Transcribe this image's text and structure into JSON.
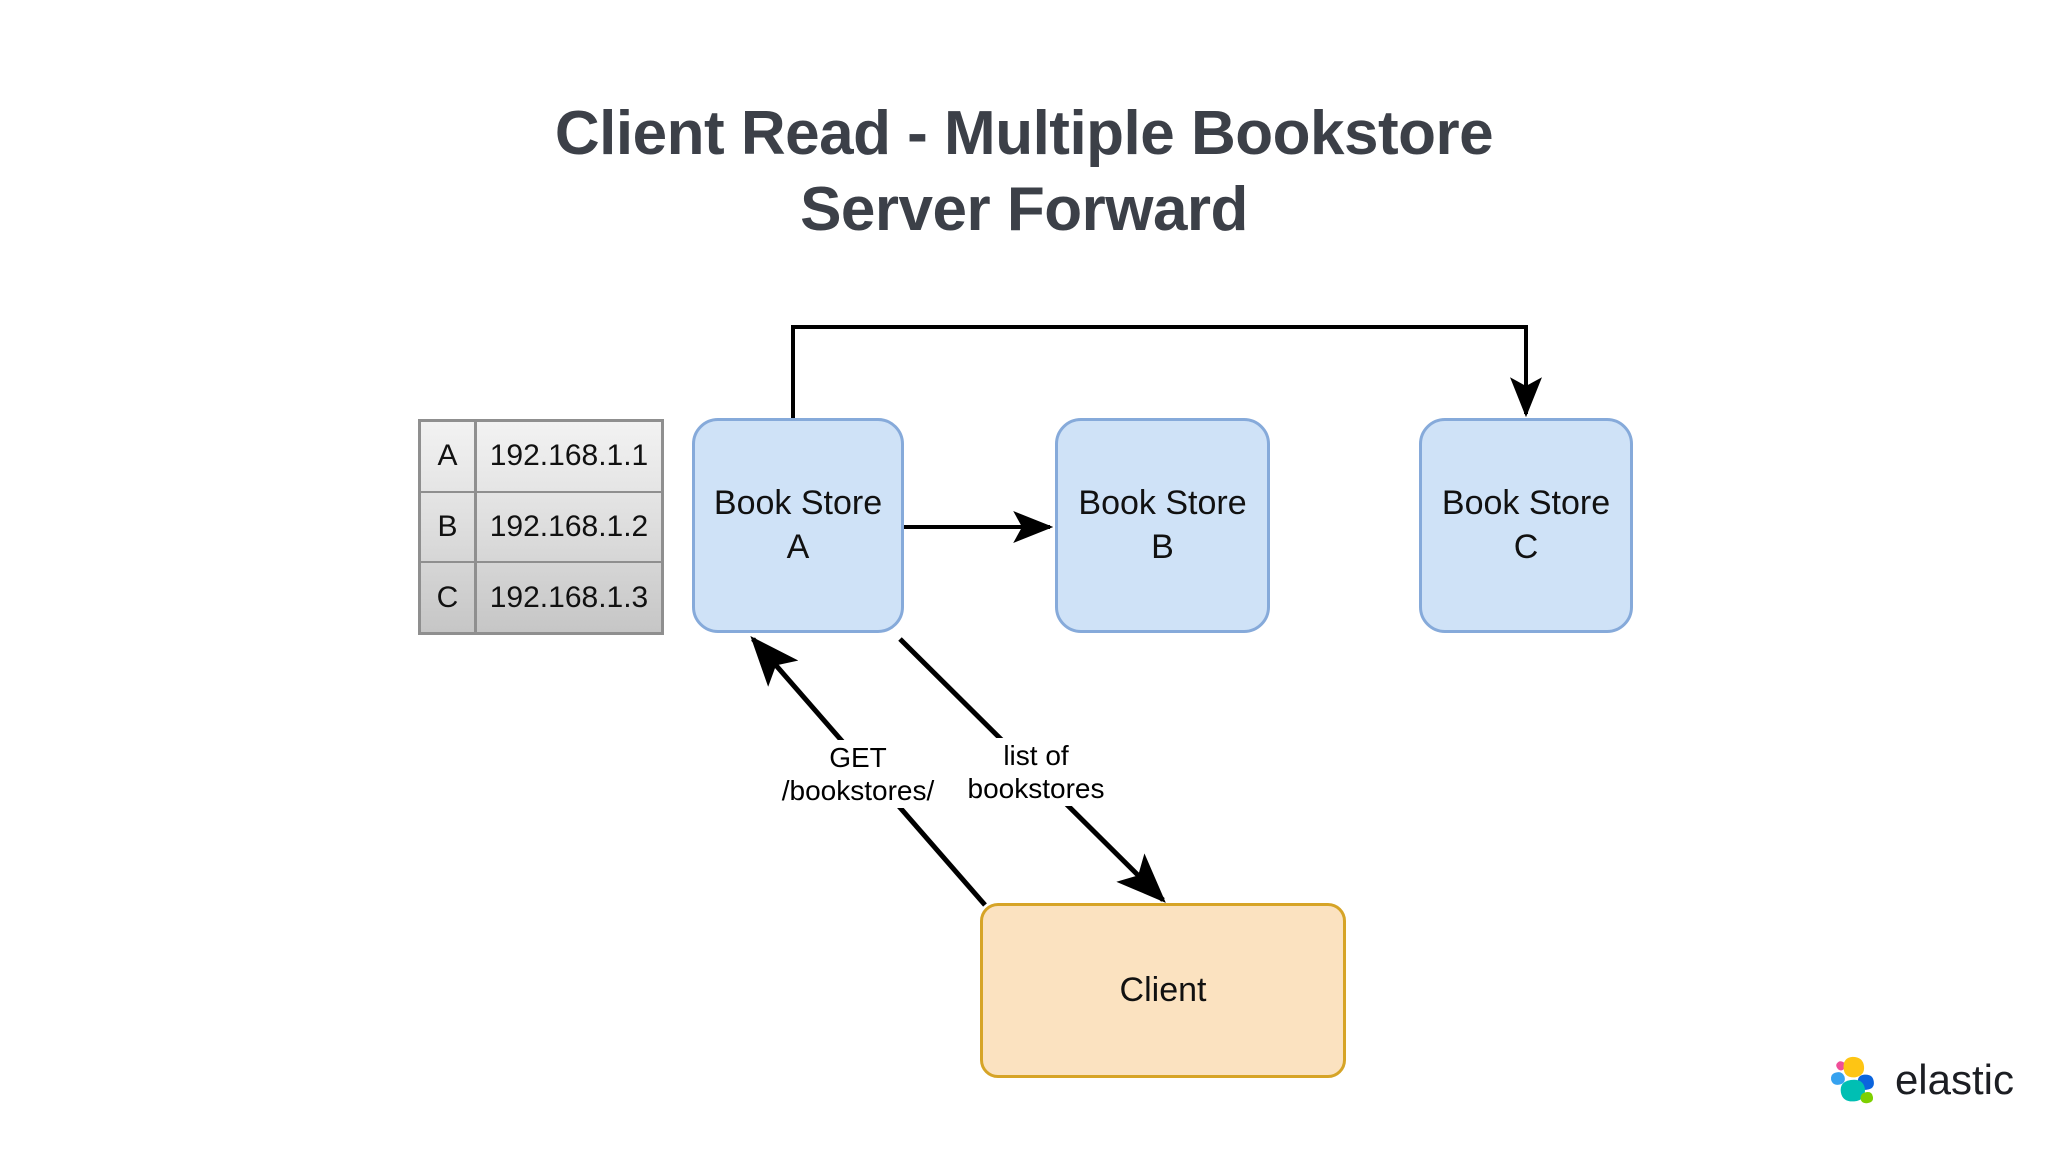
{
  "slide": {
    "title": "Client Read - Multiple Bookstore\nServer Forward",
    "background_color": "#ffffff"
  },
  "routing_table": {
    "name": "bookstore-address-table",
    "columns": [
      "key",
      "address"
    ],
    "rows": [
      {
        "key": "A",
        "address": "192.168.1.1"
      },
      {
        "key": "B",
        "address": "192.168.1.2"
      },
      {
        "key": "C",
        "address": "192.168.1.3"
      }
    ]
  },
  "nodes": {
    "store_a": {
      "label": "Book Store\nA",
      "fill": "#cfe2f7",
      "stroke": "#86aada"
    },
    "store_b": {
      "label": "Book Store\nB",
      "fill": "#cfe2f7",
      "stroke": "#86aada"
    },
    "store_c": {
      "label": "Book Store\nC",
      "fill": "#cfe2f7",
      "stroke": "#86aada"
    },
    "client": {
      "label": "Client",
      "fill": "#fbe2c0",
      "stroke": "#d6a427"
    }
  },
  "edges": {
    "a_to_b": {
      "label": ""
    },
    "a_to_c": {
      "label": ""
    },
    "client_to_a": {
      "label": "GET\n/bookstores/"
    },
    "a_to_client": {
      "label": "list of\nbookstores"
    }
  },
  "branding": {
    "wordmark": "elastic",
    "mark_colors": {
      "pink": "#f04e98",
      "yellow": "#fec514",
      "light_blue": "#36a2ef",
      "dark_blue": "#0b64dd",
      "teal": "#00bfb3",
      "green": "#7dd000"
    }
  }
}
